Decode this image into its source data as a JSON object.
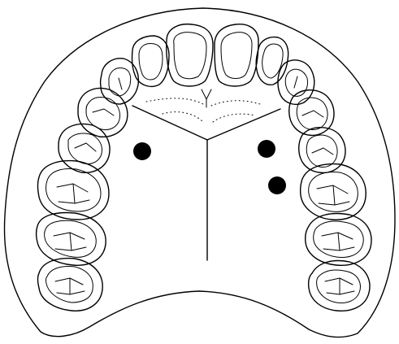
{
  "diagram": {
    "subject": "maxillary-arch-occlusal-view",
    "markers": [
      {
        "id": "marker-left",
        "side": "left"
      },
      {
        "id": "marker-right-upper",
        "side": "right"
      },
      {
        "id": "marker-right-lower",
        "side": "right"
      }
    ],
    "colors": {
      "ink": "#000000",
      "background": "#ffffff"
    }
  }
}
